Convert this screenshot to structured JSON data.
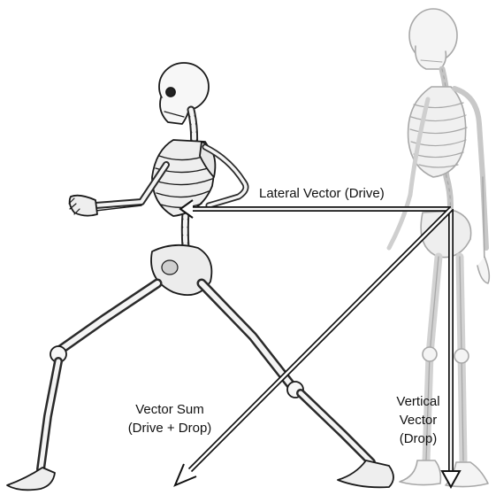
{
  "labels": {
    "lateral": "Lateral Vector (Drive)",
    "sum": [
      "Vector Sum",
      "(Drive + Drop)"
    ],
    "vertical": [
      "Vertical",
      "Vector",
      "(Drop)"
    ]
  },
  "figures": [
    {
      "name": "lunging-skeleton",
      "tone": "#1a1a1a"
    },
    {
      "name": "standing-skeleton",
      "tone": "#9a9a9a"
    }
  ],
  "arrows": [
    "lateral-vector",
    "vertical-vector",
    "vector-sum"
  ]
}
